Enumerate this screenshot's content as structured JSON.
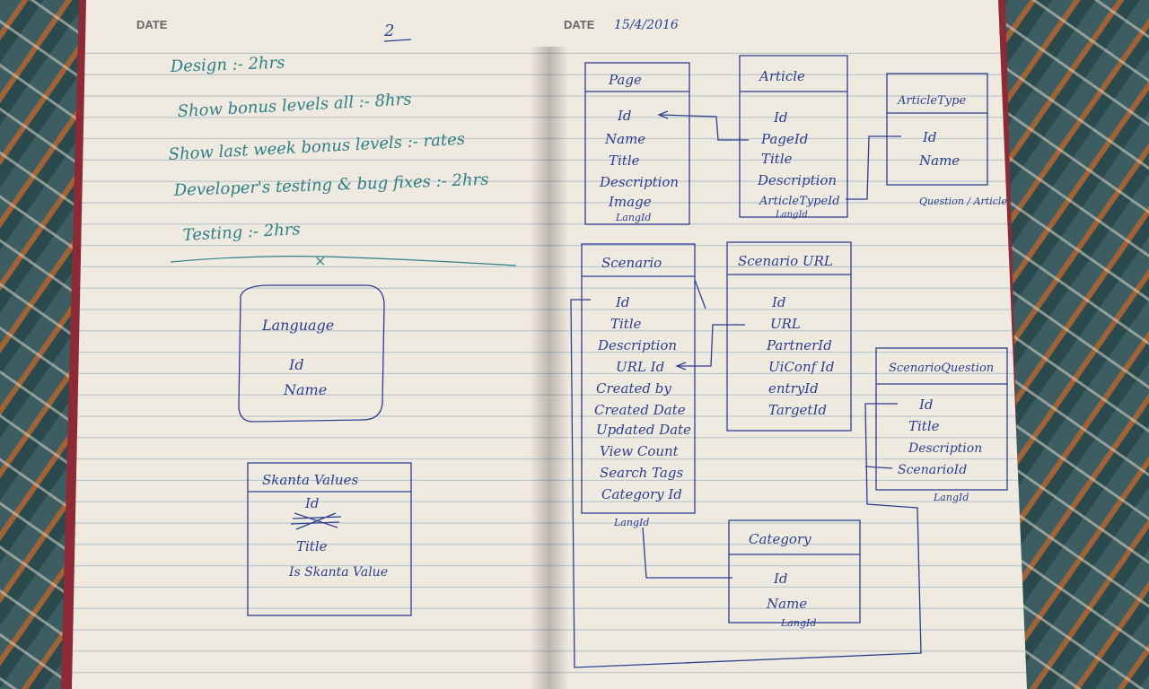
{
  "left_page": {
    "date_label": "DATE",
    "corner_mark": "2",
    "notes": [
      "Design :- 2hrs",
      "Show bonus levels all :- 8hrs",
      "Show last week bonus levels :- rates",
      "Developer's testing & bug fixes :- 2hrs",
      "Testing :- 2hrs"
    ],
    "language_box": {
      "title": "Language",
      "fields": [
        "Id",
        "Name"
      ]
    },
    "values_box": {
      "title": "Skanta Values",
      "fields": [
        "Id",
        "Title",
        "Is Skanta Value"
      ]
    }
  },
  "right_page": {
    "date_label": "DATE",
    "date_value": "15/4/2016",
    "entities": {
      "page": {
        "title": "Page",
        "fields": [
          "Id",
          "Name",
          "Title",
          "Description",
          "Image"
        ],
        "footer": "LangId"
      },
      "article": {
        "title": "Article",
        "fields": [
          "Id",
          "PageId",
          "Title",
          "Description",
          "ArticleTypeId"
        ],
        "footer": "LangId"
      },
      "article_type": {
        "title": "ArticleType",
        "fields": [
          "Id",
          "Name"
        ],
        "note": "Question / Article"
      },
      "scenario": {
        "title": "Scenario",
        "fields": [
          "Id",
          "Title",
          "Description",
          "URL Id",
          "Created by",
          "Created Date",
          "Updated Date",
          "View Count",
          "Search Tags",
          "Category Id"
        ],
        "footer": "LangId"
      },
      "scenario_url": {
        "title": "Scenario URL",
        "fields": [
          "Id",
          "URL",
          "PartnerId",
          "UiConf Id",
          "entryId",
          "TargetId"
        ]
      },
      "scenario_question": {
        "title": "ScenarioQuestion",
        "fields": [
          "Id",
          "Title",
          "Description",
          "ScenarioId"
        ],
        "footer": "LangId"
      },
      "category": {
        "title": "Category",
        "fields": [
          "Id",
          "Name"
        ],
        "footer": "LangId"
      }
    }
  },
  "colors": {
    "ink": "#2c3f8f",
    "ink_green": "#2f7f86",
    "paper": "#efeae0",
    "line": "#b9c6cc",
    "mat_teal": "#2b4a4e",
    "mat_orange": "#c96a2a",
    "cover": "#8e2a35"
  }
}
